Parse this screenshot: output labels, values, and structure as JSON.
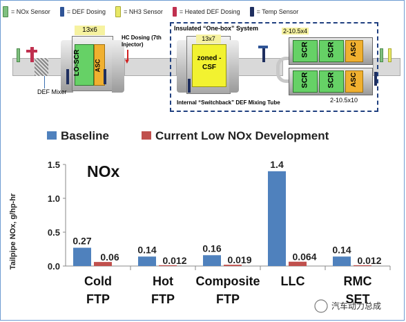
{
  "diagram": {
    "legend": [
      {
        "label": "= NOx Sensor",
        "color": "#7fbf7f"
      },
      {
        "label": "= DEF Dosing",
        "color": "#2f5496"
      },
      {
        "label": "= NH3 Sensor",
        "color": "#e8e866"
      },
      {
        "label": "= Heated DEF Dosing",
        "color": "#c0304f"
      },
      {
        "label": "= Temp Sensor",
        "color": "#1f2f5f"
      }
    ],
    "size_lo_scr": "13x6",
    "lo_scr": "LO-SCR",
    "asc": "ASC",
    "hc_dosing": "HC Dosing (7th Injector)",
    "one_box_title": "Insulated “One-box” System",
    "size_csf": "13x7",
    "zoned_csf": "zoned -CSF",
    "size_top": "2-10.5x4",
    "size_bottom": "2-10.5x10",
    "scr": "SCR",
    "def_mixer": "DEF Mixer",
    "mixing_tube": "Internal “Switchback” DEF Mixing Tube"
  },
  "chart_data": {
    "type": "bar",
    "title": "NOx",
    "ylabel": "Tailpipe NOx, g/hp-hr",
    "ylim": [
      0,
      1.5
    ],
    "yticks": [
      "0.0",
      "0.5",
      "1.0",
      "1.5"
    ],
    "categories": [
      [
        "Cold",
        "FTP"
      ],
      [
        "Hot",
        "FTP"
      ],
      [
        "Composite",
        "FTP"
      ],
      [
        "LLC",
        ""
      ],
      [
        "RMC",
        "SET"
      ]
    ],
    "series": [
      {
        "name": "Baseline",
        "color": "#4f81bd",
        "values": [
          0.27,
          0.14,
          0.16,
          1.4,
          0.14
        ],
        "labels": [
          "0.27",
          "0.14",
          "0.16",
          "1.4",
          "0.14"
        ]
      },
      {
        "name": "Current Low NOx Development",
        "color": "#c0504d",
        "values": [
          0.06,
          0.012,
          0.019,
          0.064,
          0.012
        ],
        "labels": [
          "0.06",
          "0.012",
          "0.019",
          "0.064",
          "0.012"
        ]
      }
    ],
    "grid": false,
    "legend_position": "top"
  },
  "watermark": "汽车动力总成"
}
